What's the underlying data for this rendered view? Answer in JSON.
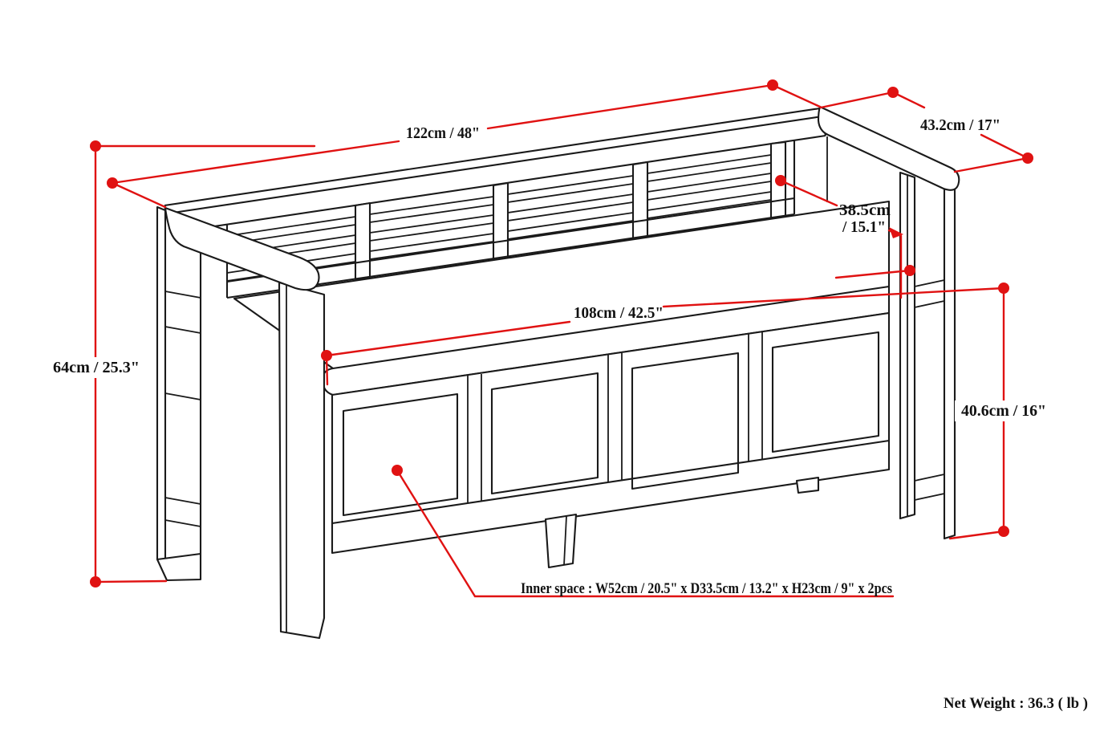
{
  "diagram": {
    "colors": {
      "dimension_red": "#e01212",
      "line_black": "#1a1a1a",
      "background": "#ffffff"
    },
    "dimensions": {
      "overall_width": "122cm / 48\"",
      "overall_depth": "43.2cm / 17\"",
      "back_height_line1": "38.5cm",
      "back_height_line2": "/ 15.1\"",
      "seat_width": "108cm / 42.5\"",
      "overall_height": "64cm / 25.3\"",
      "seat_height": "40.6cm / 16\""
    },
    "inner_space": "Inner space : W52cm / 20.5\" x D33.5cm / 13.2\" x H23cm / 9\" x 2pcs",
    "net_weight": "Net Weight : 36.3 ( lb )"
  }
}
